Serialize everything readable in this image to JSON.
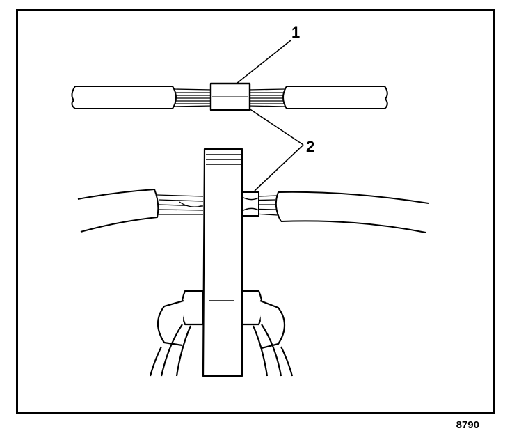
{
  "diagram": {
    "callouts": [
      {
        "label": "1"
      },
      {
        "label": "2"
      }
    ],
    "figure_number": "8790"
  },
  "colors": {
    "ink": "#000000",
    "paper": "#ffffff",
    "shade": "#bdbdbd"
  }
}
